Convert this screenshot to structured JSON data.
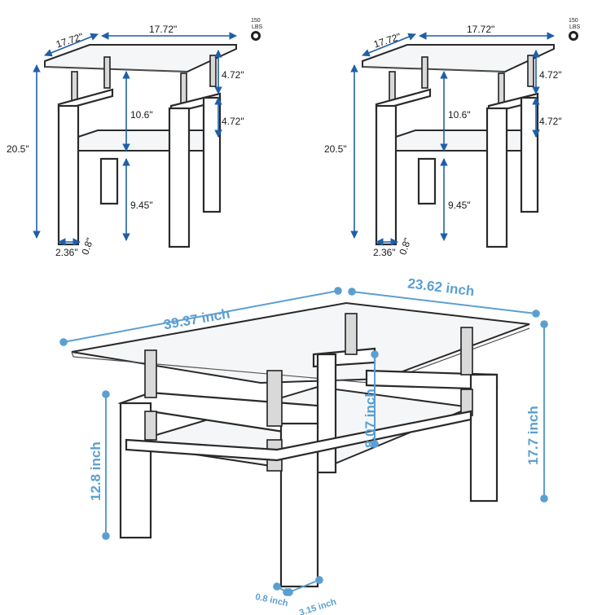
{
  "end_table_left": {
    "top_width": "17.72\"",
    "top_depth": "17.72\"",
    "total_height": "20.5\"",
    "upper_gap": "10.6\"",
    "lower_gap": "9.45\"",
    "post_height_top": "4.72\"",
    "post_height_mid": "4.72\"",
    "leg_width": "2.36\"",
    "leg_depth": "0.8\"",
    "weight_capacity": "150",
    "weight_unit": "LBS"
  },
  "end_table_right": {
    "top_width": "17.72\"",
    "top_depth": "17.72\"",
    "total_height": "20.5\"",
    "upper_gap": "10.6\"",
    "lower_gap": "9.45\"",
    "post_height_top": "4.72\"",
    "post_height_mid": "4.72\"",
    "leg_width": "2.36\"",
    "leg_depth": "0.8\"",
    "weight_capacity": "150",
    "weight_unit": "LBS"
  },
  "coffee_table": {
    "length": "39.37 inch",
    "width": "23.62 inch",
    "height": "17.7 inch",
    "shelf_height": "12.8 inch",
    "shelf_gap": "8.07 inch",
    "leg_depth": "0.8 inch",
    "leg_width": "3.15 inch"
  },
  "colors": {
    "small_dim": "#1f5fa8",
    "big_dim": "#5b9fd1",
    "outline": "#2a2a2a"
  }
}
